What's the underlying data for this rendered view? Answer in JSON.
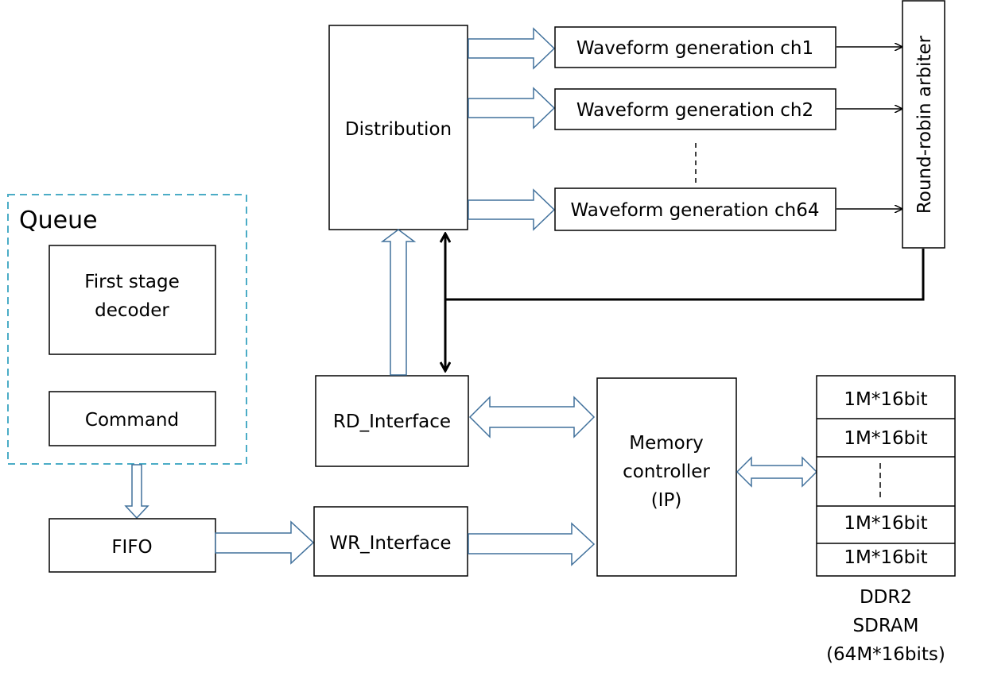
{
  "queue": {
    "label": "Queue",
    "border_color": "#4bacc6"
  },
  "blocks": {
    "first_stage_decoder": [
      "First stage",
      "decoder"
    ],
    "command": "Command",
    "fifo": "FIFO",
    "wr_interface": "WR_Interface",
    "rd_interface": "RD_Interface",
    "distribution": "Distribution",
    "memory_controller": [
      "Memory",
      "controller",
      "(IP)"
    ],
    "arbiter": "Round-robin arbiter",
    "waveform": {
      "ch1": "Waveform generation ch1",
      "ch2": "Waveform generation ch2",
      "ch64": "Waveform generation ch64"
    }
  },
  "ddr2": {
    "banks": [
      "1M*16bit",
      "1M*16bit",
      "1M*16bit",
      "1M*16bit"
    ],
    "caption": [
      "DDR2",
      "SDRAM",
      "(64M*16bits)"
    ]
  },
  "colors": {
    "hollow_arrow": "#41719c",
    "line": "#000000"
  }
}
